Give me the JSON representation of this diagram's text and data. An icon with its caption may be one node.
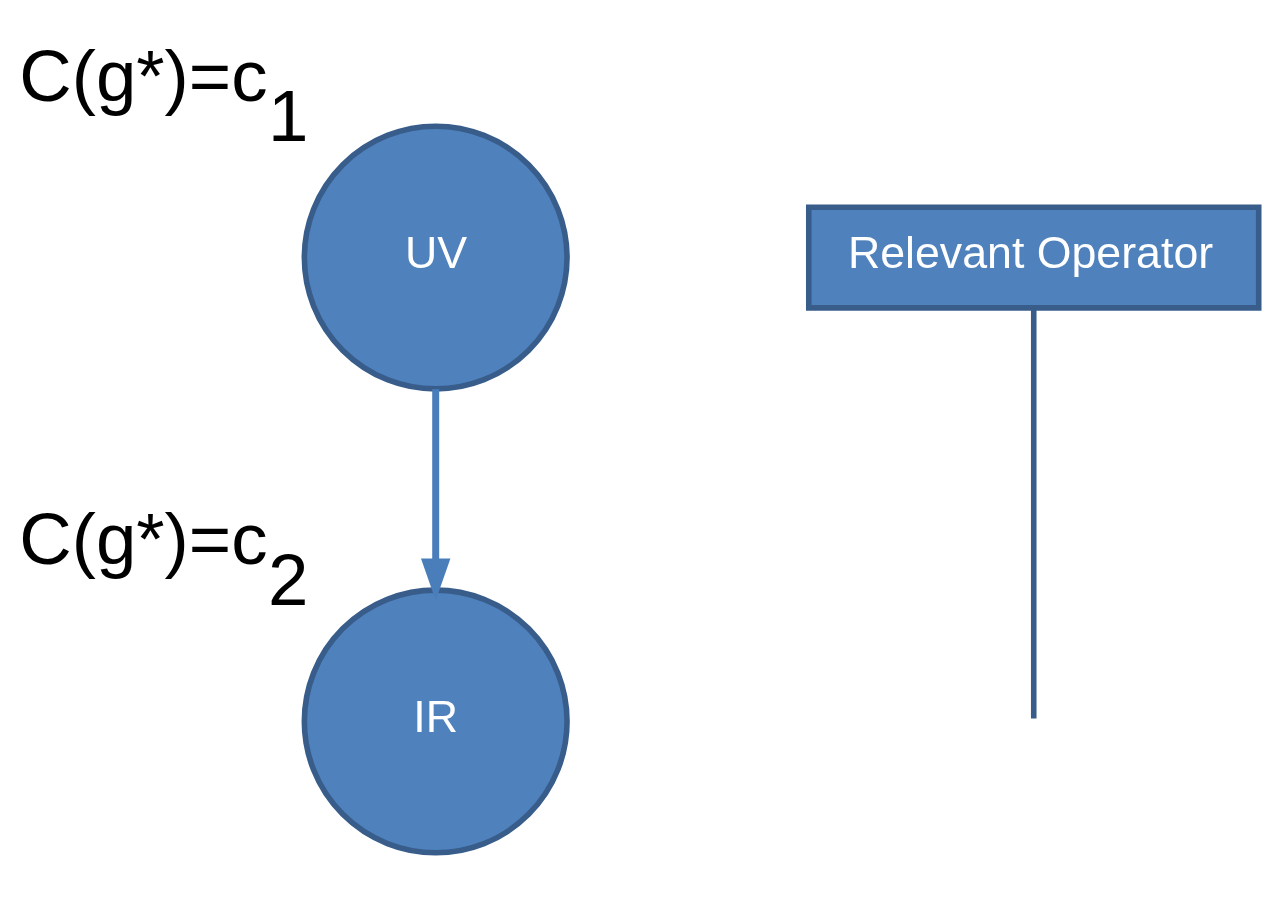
{
  "diagram": {
    "nodes": [
      {
        "text": [
          "UV"
        ],
        "beside": [
          "C(g*)=c$_{1}$"
        ]
      },
      {
        "text": [
          "IR"
        ],
        "beside": [
          "C(g*)=c$_{2}$"
        ]
      },
      {
        "text": [
          "Relevant Operator"
        ]
      }
    ],
    "edges": [
      {
        "from": 0,
        "to": 1,
        "arrow": "to"
      },
      {
        "from": 2,
        "to": null,
        "arrow": "none"
      }
    ]
  }
}
